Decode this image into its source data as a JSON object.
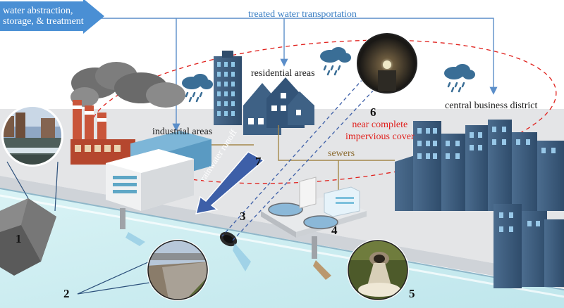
{
  "banner": {
    "line1": "water abstraction,",
    "line2": "storage, & treatment"
  },
  "labels": {
    "treated_water": "treated water transportation",
    "residential": "residential areas",
    "industrial": "industrial areas",
    "cbd": "central business district",
    "sewers": "sewers",
    "impervious_line1": "near complete",
    "impervious_line2": "impervious cover",
    "runoff": "rainwater runoff"
  },
  "numbers": {
    "n1": "1",
    "n2": "2",
    "n3": "3",
    "n4": "4",
    "n5": "5",
    "n6": "6",
    "n7": "7"
  },
  "colors": {
    "banner_blue": "#4a8fd4",
    "pipe_blue": "#5b8ec9",
    "river": "#cdeef2",
    "ground": "#e2e3e5",
    "building_blue": "#3e5f80",
    "ellipse_red": "#e0201c",
    "sewer_line": "#a4884a"
  },
  "icons": [
    "arrow-right-banner-icon",
    "rain-cloud-icon",
    "factory-icon",
    "sewer-tunnel-icon",
    "sewer-outfall-icon",
    "treatment-plant-icon"
  ]
}
